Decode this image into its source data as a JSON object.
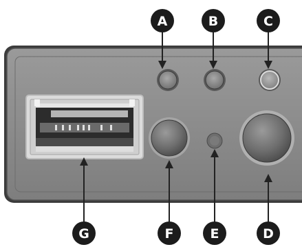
{
  "callouts": {
    "a": "A",
    "b": "B",
    "c": "C",
    "d": "D",
    "e": "E",
    "f": "F",
    "g": "G"
  },
  "colors": {
    "panel_face": "#8a8a8a",
    "panel_edge": "#4a4a4a",
    "callout_fill": "#1c1c1c",
    "leader": "#222222",
    "port_body": "#d8d8d8"
  },
  "icons": {
    "port": "usb-port-icon",
    "led": "indicator-led-icon",
    "button": "round-button-icon",
    "pinhole": "reset-pinhole-icon"
  }
}
